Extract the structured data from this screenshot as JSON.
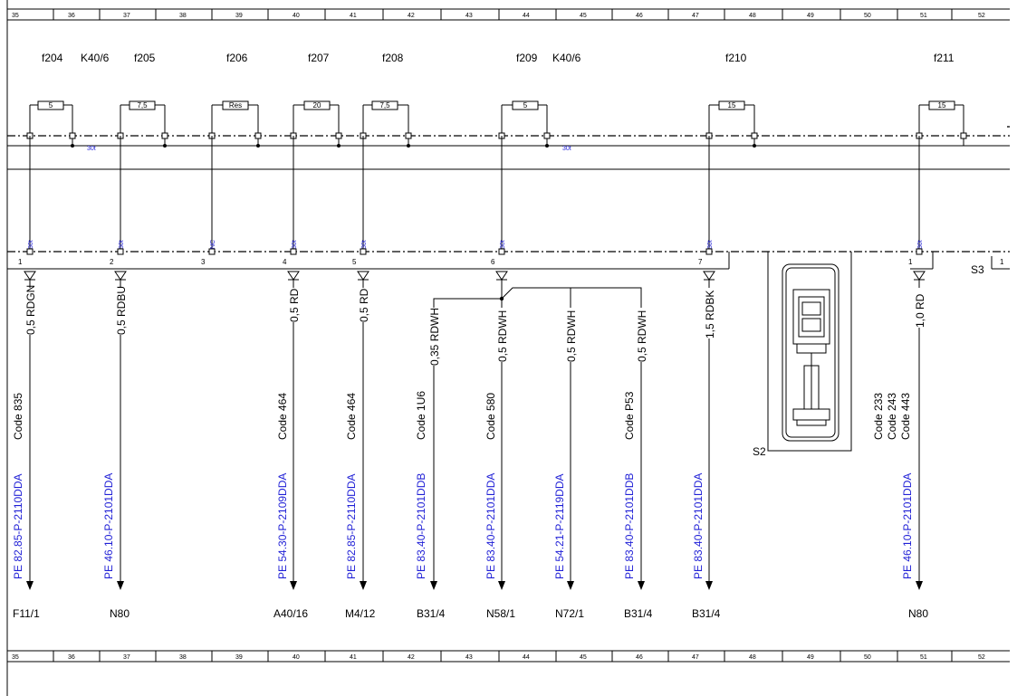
{
  "ruler": [
    "35",
    "36",
    "37",
    "38",
    "39",
    "40",
    "41",
    "42",
    "43",
    "44",
    "45",
    "46",
    "47",
    "48",
    "49",
    "50",
    "51",
    "52"
  ],
  "fuses": [
    {
      "id": "f204",
      "rating": "5"
    },
    {
      "id": "f205",
      "rating": "7,5"
    },
    {
      "id": "f206",
      "rating": "Res"
    },
    {
      "id": "f207",
      "rating": "20"
    },
    {
      "id": "f208",
      "rating": "7,5"
    },
    {
      "id": "f209",
      "rating": "5"
    },
    {
      "id": "f210",
      "rating": "15"
    },
    {
      "id": "f211",
      "rating": "15"
    }
  ],
  "relay_labels": [
    "K40/6",
    "K40/6"
  ],
  "bus_labels": {
    "upper": "30t",
    "lower_left": "30t",
    "nc": "NC"
  },
  "pins": [
    "1",
    "2",
    "3",
    "4",
    "5",
    "6",
    "7",
    "1"
  ],
  "wires": [
    "0,5 RDGN",
    "0,5 RDBU",
    "0,5 RD",
    "0,5 RD",
    "0,35 RDWH",
    "0,5 RDWH",
    "0,5 RDWH",
    "0,5 RDWH",
    "1,5 RDBK",
    "1,0 RD"
  ],
  "codes": [
    "Code 835",
    "Code 464",
    "Code 464",
    "Code 1U6",
    "Code 580",
    "Code P53"
  ],
  "codes_right": [
    "Code 233",
    "Code 243",
    "Code 443"
  ],
  "refs": [
    "PE 82.85-P-2110DDA",
    "PE 46.10-P-2101DDA",
    "PE 54.30-P-2109DDA",
    "PE 82.85-P-2110DDA",
    "PE 83.40-P-2101DDB",
    "PE 83.40-P-2101DDA",
    "PE 54.21-P-2119DDA",
    "PE 83.40-P-2101DDB",
    "PE 83.40-P-2101DDA",
    "PE 46.10-P-2101DDA"
  ],
  "destinations": [
    "F11/1",
    "N80",
    "A40/16",
    "M4/12",
    "B31/4",
    "N58/1",
    "N72/1",
    "B31/4",
    "B31/4",
    "N80"
  ],
  "components": {
    "s2": "S2",
    "s3": "S3",
    "s3_pin": "1"
  }
}
